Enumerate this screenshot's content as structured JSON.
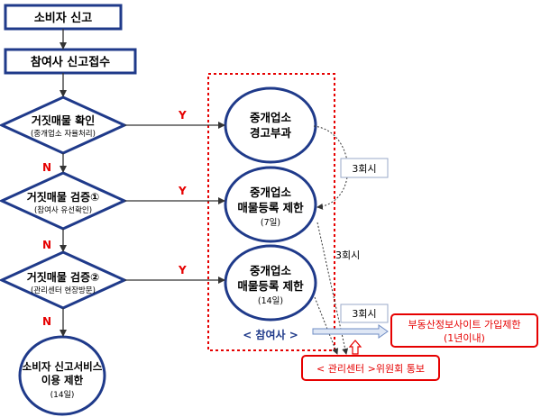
{
  "nodes": {
    "report": "소비자 신고",
    "accept": "참여사 신고접수",
    "check1": {
      "title": "거짓매물 확인",
      "sub": "(중개업소 자율처리)"
    },
    "check2": {
      "title": "거짓매물 검증①",
      "sub": "(참여사 유선확인)"
    },
    "check3": {
      "title": "거짓매물 검증②",
      "sub": "(관리센터 현장방문)"
    },
    "limit_service": {
      "line1": "소비자 신고서비스",
      "line2": "이용 제한",
      "line3": "(14일)"
    },
    "warn": {
      "line1": "중개업소",
      "line2": "경고부과"
    },
    "limit7": {
      "line1": "중개업소",
      "line2": "매물등록 제한",
      "line3": "(7일)"
    },
    "limit14": {
      "line1": "중개업소",
      "line2": "매물등록 제한",
      "line3": "(14일)"
    },
    "participants": "< 참여사 >",
    "site_limit": {
      "line1": "부동산정보사이트 가입제한",
      "line2": "(1년이내)"
    },
    "notify": "< 관리센터 >위원회 통보"
  },
  "edges": {
    "yes": "Y",
    "no": "N",
    "times3": "3회시"
  },
  "colors": {
    "blue": "#1f3a8a",
    "red": "#e60000",
    "arrow": "#333333"
  }
}
